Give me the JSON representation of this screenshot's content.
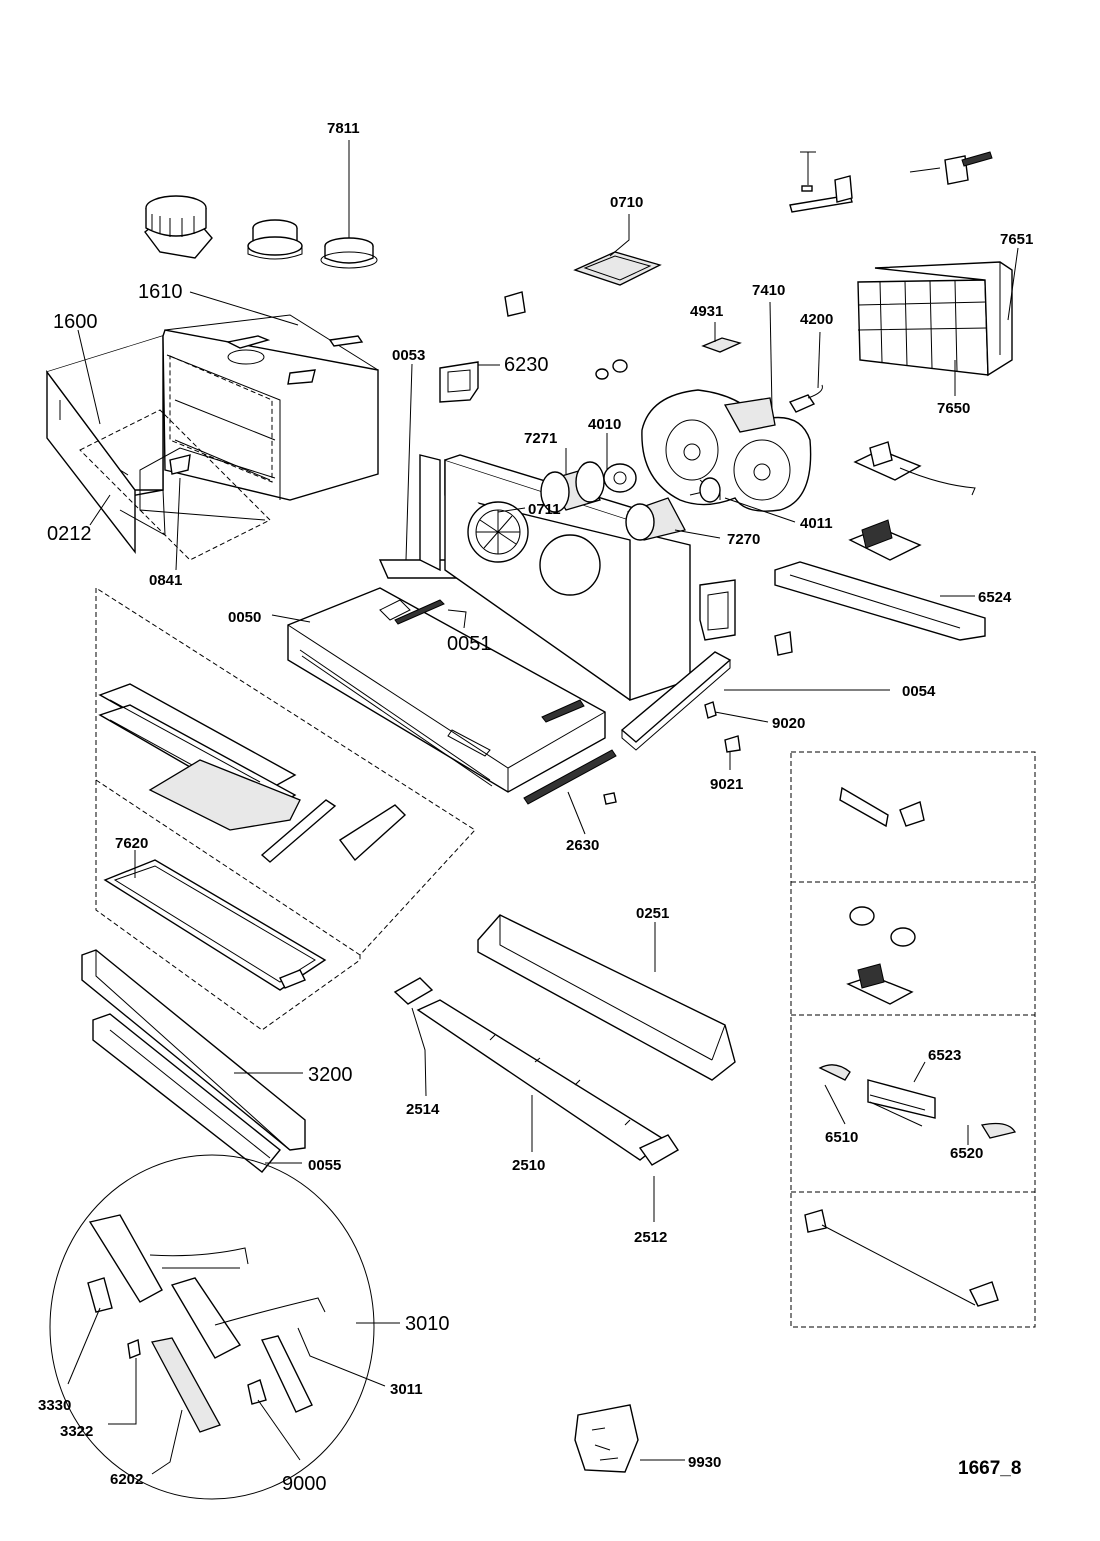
{
  "reference": "1667_8",
  "labels": {
    "p7811": "7811",
    "p0710": "0710",
    "p7651": "7651",
    "p1610": "1610",
    "p1600": "1600",
    "p4931": "4931",
    "p7410": "7410",
    "p4200": "4200",
    "p0053": "0053",
    "p6230": "6230",
    "p7650": "7650",
    "p7271": "7271",
    "p4010": "4010",
    "p0711": "0711",
    "p4011": "4011",
    "p0212": "0212",
    "p7270": "7270",
    "p0841": "0841",
    "p6524": "6524",
    "p0050": "0050",
    "p0051": "0051",
    "p0054": "0054",
    "p9020": "9020",
    "p9021": "9021",
    "p2630": "2630",
    "p7620": "7620",
    "p0251": "0251",
    "p6523": "6523",
    "p3200": "3200",
    "p2514": "2514",
    "p6510": "6510",
    "p6520": "6520",
    "p0055": "0055",
    "p2510": "2510",
    "p2512": "2512",
    "p3010": "3010",
    "p3330": "3330",
    "p3011": "3011",
    "p3322": "3322",
    "p6202": "6202",
    "p9000": "9000",
    "p9930": "9930"
  }
}
